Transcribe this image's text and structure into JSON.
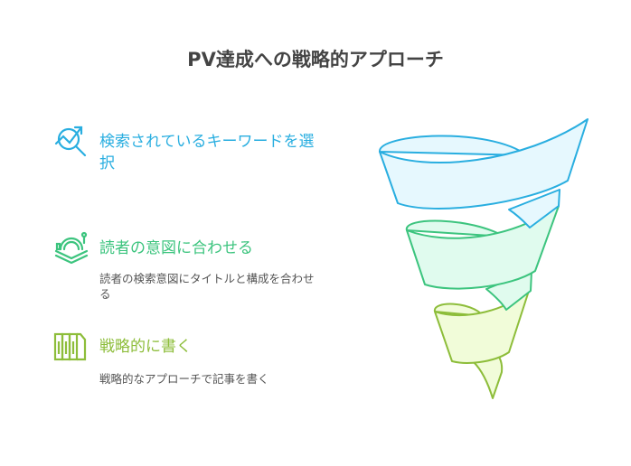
{
  "title": "PV達成への戦略的アプローチ",
  "colors": {
    "blue": "#29aee0",
    "green": "#3cc47e",
    "lime": "#8dbd3a",
    "title": "#444444",
    "text": "#555555"
  },
  "items": [
    {
      "heading": "検索されているキーワードを選択",
      "heading_line1": "検索されているキーワードを選",
      "heading_line2": "択",
      "description": "",
      "icon": "trend-search-icon"
    },
    {
      "heading": "読者の意図に合わせる",
      "description_line1": "読者の検索意図にタイトルと構成を合わせ",
      "description_line2": "る",
      "icon": "reader-book-icon"
    },
    {
      "heading": "戦略的に書く",
      "description": "戦略的なアプローチで記事を書く",
      "icon": "books-icon"
    }
  ]
}
